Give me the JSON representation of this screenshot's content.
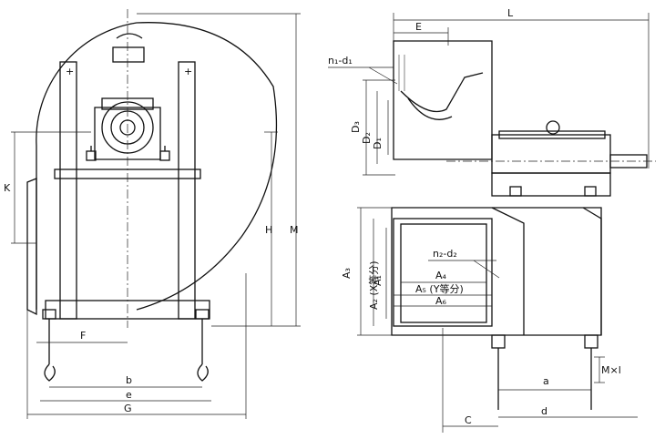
{
  "front_view": {
    "labels": {
      "K": "K",
      "H": "H",
      "M": "M",
      "F": "F",
      "b": "b",
      "e": "e",
      "G": "G"
    }
  },
  "side_view": {
    "labels": {
      "L": "L",
      "E": "E",
      "n1d1": "n₁-d₁",
      "D3": "D₃",
      "D2": "D₂",
      "D1": "D₁",
      "n2d2": "n₂-d₂",
      "A3": "A₃",
      "A2": "A₂ (X等分)",
      "A1": "A₁",
      "A4": "A₄",
      "A5": "A₅ (Y等分)",
      "A6": "A₆",
      "a": "a",
      "MxL": "M×l",
      "C": "C",
      "d": "d"
    }
  }
}
